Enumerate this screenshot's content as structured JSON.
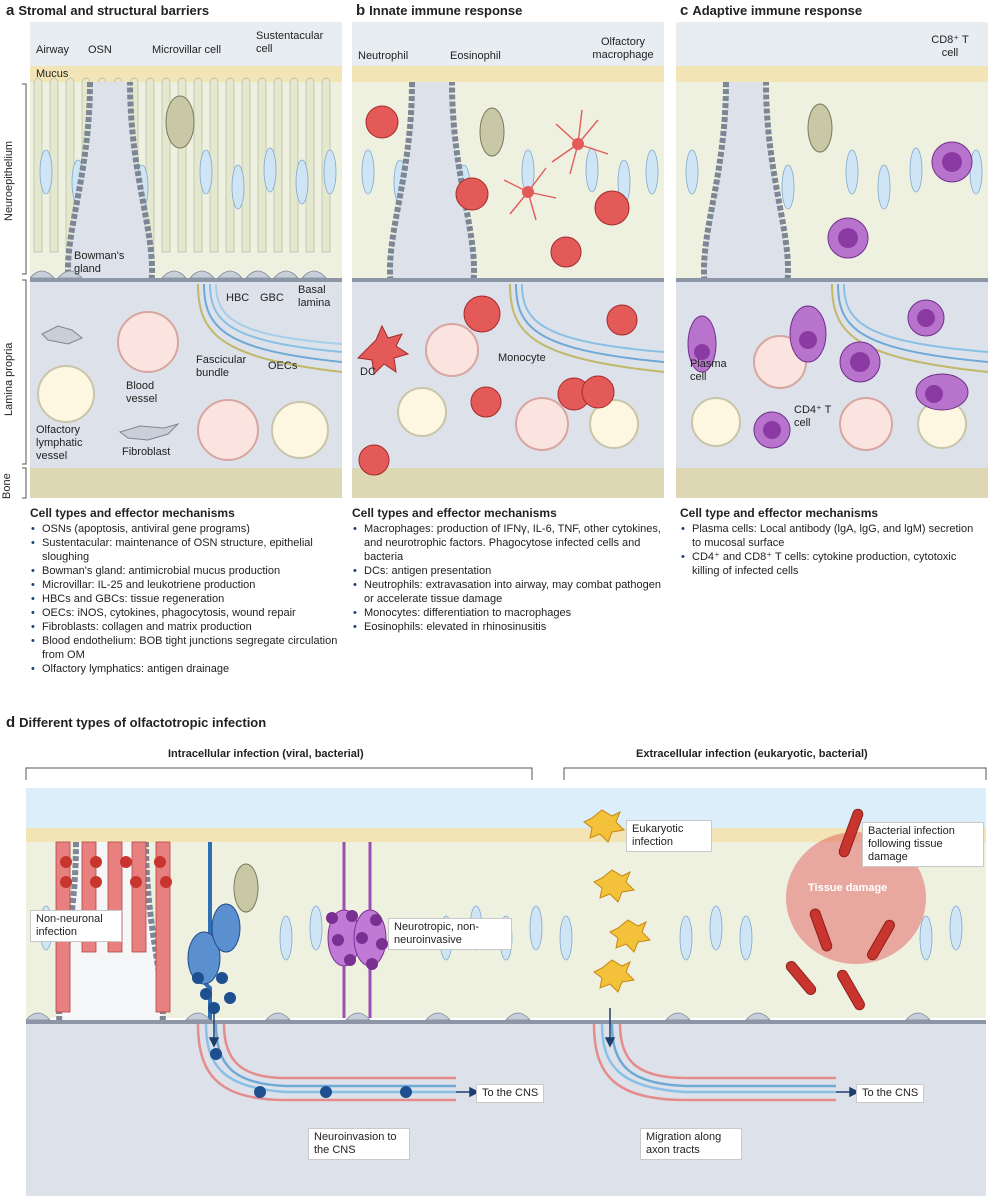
{
  "panel_a": {
    "letter": "a",
    "title": "Stromal and structural barriers",
    "labels": {
      "airway": "Airway",
      "mucus": "Mucus",
      "osn": "OSN",
      "microvillar": "Microvillar cell",
      "sustentacular": "Sustentacular cell",
      "bowmans": "Bowman's gland",
      "hbc": "HBC",
      "gbc": "GBC",
      "basal_lamina": "Basal lamina",
      "fascicular": "Fascicular bundle",
      "oecs": "OECs",
      "blood_vessel": "Blood vessel",
      "lymphatic": "Olfactory lymphatic vessel",
      "fibroblast": "Fibroblast"
    },
    "effects_title": "Cell types and effector mechanisms",
    "effects": [
      "OSNs (apoptosis, antiviral gene programs)",
      "Sustentacular: maintenance of OSN structure, epithelial sloughing",
      "Bowman's gland: antimicrobial mucus production",
      "Microvillar: IL-25 and leukotriene production",
      "HBCs and GBCs: tissue regeneration",
      "OECs: iNOS, cytokines, phagocytosis, wound repair",
      "Fibroblasts: collagen and matrix production",
      "Blood endothelium: BOB tight junctions segregate circulation from OM",
      "Olfactory lymphatics: antigen drainage"
    ]
  },
  "panel_b": {
    "letter": "b",
    "title": "Innate immune response",
    "labels": {
      "neutrophil": "Neutrophil",
      "eosinophil": "Eosinophil",
      "macrophage": "Olfactory macrophage",
      "monocyte": "Monocyte",
      "dc": "DC"
    },
    "effects_title": "Cell types and effector mechanisms",
    "effects": [
      "Macrophages: production of IFNγ, IL-6, TNF, other cytokines, and neurotrophic factors. Phagocytose infected cells and bacteria",
      "DCs: antigen presentation",
      "Neutrophils: extravasation into airway, may combat pathogen or accelerate tissue damage",
      "Monocytes: differentiation to macrophages",
      "Eosinophils: elevated in rhinosinusitis"
    ]
  },
  "panel_c": {
    "letter": "c",
    "title": "Adaptive immune response",
    "labels": {
      "cd8": "CD8⁺ T cell",
      "plasma": "Plasma cell",
      "cd4": "CD4⁺ T cell"
    },
    "effects_title": "Cell type and effector mechanisms",
    "effects": [
      "Plasma cells: Local antibody (lgA, lgG, and lgM) secretion to mucosal surface",
      "CD4⁺ and CD8⁺ T cells: cytokine production, cytotoxic killing of infected cells"
    ]
  },
  "side_labels": {
    "neuroepithelium": "Neuroepithelium",
    "lamina_propria": "Lamina propria",
    "bone": "Bone"
  },
  "panel_d": {
    "letter": "d",
    "title": "Different types of olfactotropic infection",
    "intracellular": "Intracellular infection (viral, bacterial)",
    "extracellular": "Extracellular infection (eukaryotic, bacterial)",
    "non_neuronal": "Non-neuronal infection",
    "neurotropic": "Neurotropic, non-neuroinvasive",
    "eukaryotic": "Eukaryotic infection",
    "bacterial": "Bacterial infection following tissue damage",
    "tissue_damage": "Tissue damage",
    "to_cns_1": "To the CNS",
    "to_cns_2": "To the CNS",
    "neuroinvasion": "Neuroinvasion to the CNS",
    "migration": "Migration along axon tracts"
  },
  "colors": {
    "airway": "#e8edf2",
    "mucus": "#f3e4b5",
    "epithelium": "#e7ecd9",
    "osn": "#cfe4f4",
    "lamina": "#dde2ea",
    "bone": "#ddd7b4",
    "innate": "#e04b4b",
    "adaptive": "#9a4fb3",
    "neuron_blue": "#2f6fb5",
    "eukaryote": "#f4c23a",
    "bacteria": "#c8352f",
    "panel_d_sky": "#dbeefa"
  }
}
